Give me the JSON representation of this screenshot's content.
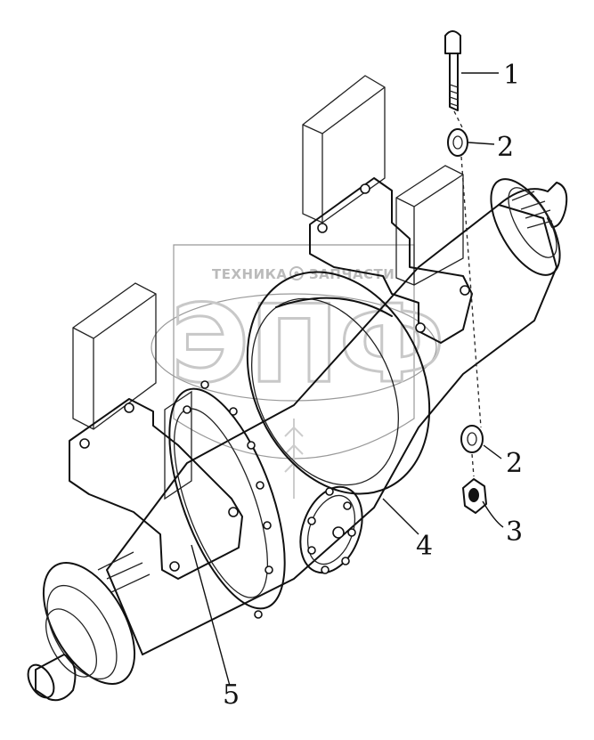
{
  "watermark": {
    "brand_left": "ТЕХНИКА",
    "brand_right": "ЗАПЧАСТИ",
    "logo": "ЭПФ"
  },
  "callouts": [
    "1",
    "2",
    "3",
    "4",
    "5",
    "2"
  ],
  "colors": {
    "line": "#111111",
    "watermark": "#bbbbbb",
    "background": "#ffffff"
  }
}
